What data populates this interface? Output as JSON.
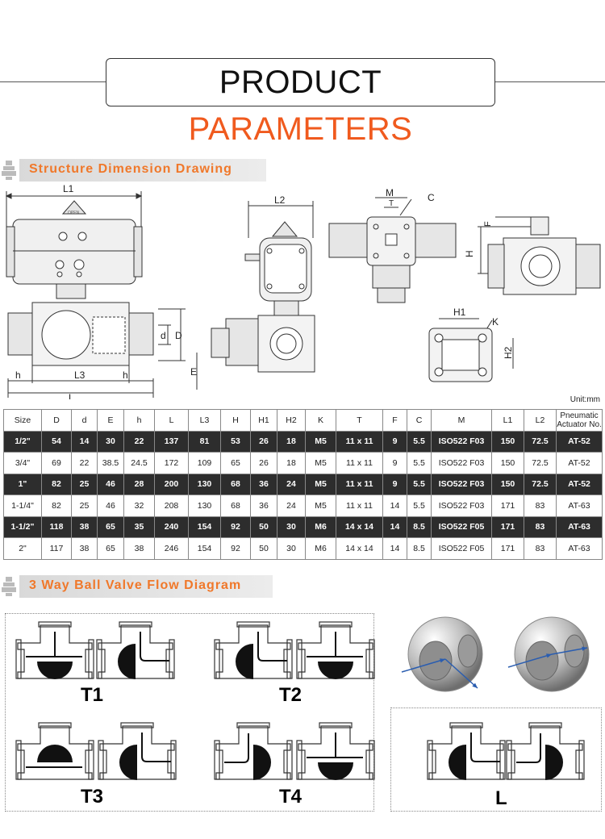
{
  "header": {
    "title_black": "PRODUCT",
    "title_orange": "PARAMETERS"
  },
  "sections": {
    "structure": "Structure Dimension Drawing",
    "flow": "3 Way Ball Valve Flow Diagram"
  },
  "drawing_labels": {
    "L1": "L1",
    "d": "d",
    "D": "D",
    "h_left": "h",
    "L3": "L3",
    "h_right": "h",
    "L": "L",
    "L2": "L2",
    "E": "E",
    "M": "M",
    "T": "T",
    "C": "C",
    "F": "F",
    "H": "H",
    "H1": "H1",
    "K": "K",
    "H2": "H2",
    "open": "OPEN"
  },
  "unit": "Unit:mm",
  "table": {
    "headers": [
      "Size",
      "D",
      "d",
      "E",
      "h",
      "L",
      "L3",
      "H",
      "H1",
      "H2",
      "K",
      "T",
      "F",
      "C",
      "M",
      "L1",
      "L2",
      "Pneumatic Actuator No."
    ],
    "rows": [
      [
        "1/2\"",
        "54",
        "14",
        "30",
        "22",
        "137",
        "81",
        "53",
        "26",
        "18",
        "M5",
        "11 x 11",
        "9",
        "5.5",
        "ISO522 F03",
        "150",
        "72.5",
        "AT-52"
      ],
      [
        "3/4\"",
        "69",
        "22",
        "38.5",
        "24.5",
        "172",
        "109",
        "65",
        "26",
        "18",
        "M5",
        "11 x 11",
        "9",
        "5.5",
        "ISO522 F03",
        "150",
        "72.5",
        "AT-52"
      ],
      [
        "1\"",
        "82",
        "25",
        "46",
        "28",
        "200",
        "130",
        "68",
        "36",
        "24",
        "M5",
        "11 x 11",
        "9",
        "5.5",
        "ISO522 F03",
        "150",
        "72.5",
        "AT-52"
      ],
      [
        "1-1/4\"",
        "82",
        "25",
        "46",
        "32",
        "208",
        "130",
        "68",
        "36",
        "24",
        "M5",
        "11 x 11",
        "14",
        "5.5",
        "ISO522 F03",
        "171",
        "83",
        "AT-63"
      ],
      [
        "1-1/2\"",
        "118",
        "38",
        "65",
        "35",
        "240",
        "154",
        "92",
        "50",
        "30",
        "M6",
        "14 x 14",
        "14",
        "8.5",
        "ISO522 F05",
        "171",
        "83",
        "AT-63"
      ],
      [
        "2\"",
        "117",
        "38",
        "65",
        "38",
        "246",
        "154",
        "92",
        "50",
        "30",
        "M6",
        "14 x 14",
        "14",
        "8.5",
        "ISO522 F05",
        "171",
        "83",
        "AT-63"
      ]
    ]
  },
  "flow": {
    "T1": "T1",
    "T2": "T2",
    "T3": "T3",
    "T4": "T4",
    "L": "L"
  },
  "colors": {
    "accent": "#f05a1e",
    "dark_row": "#2d2d2d",
    "arrow": "#2a5db0"
  }
}
